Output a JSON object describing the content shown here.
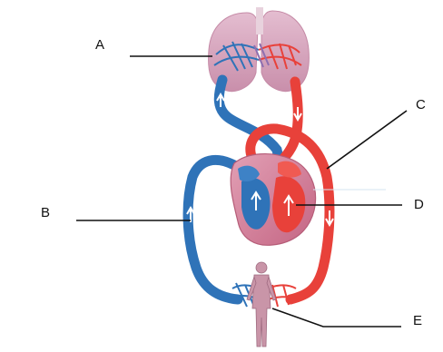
{
  "labels": {
    "a": "A",
    "b": "B",
    "c": "C",
    "d": "D",
    "e": "E"
  },
  "colors": {
    "oxygenated": "#e8413a",
    "deoxygenated": "#2f73b8",
    "lungs": "#d9a6bf",
    "heart": "#d47a95",
    "body": "#c995a8",
    "leader_line": "#111111"
  }
}
